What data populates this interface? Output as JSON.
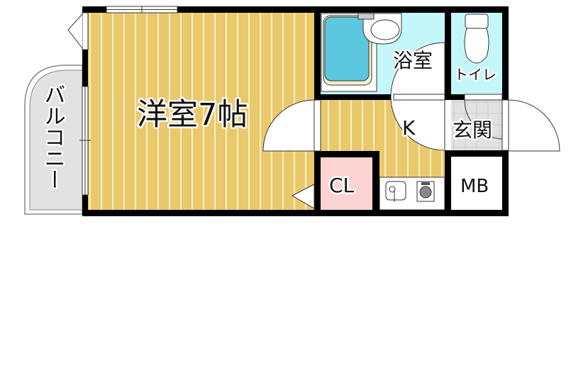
{
  "rooms": {
    "western_room": "洋室7帖",
    "balcony": "バルコニー",
    "bathroom": "浴室",
    "toilet": "トイレ",
    "kitchen": "K",
    "entrance": "玄関",
    "closet": "CL",
    "meter_box": "MB"
  },
  "colors": {
    "floor": "#e9c96b",
    "bath": "#c4f7fa",
    "closet": "#fbd3d3",
    "balcony": "#e2e2e2",
    "wall": "#000000"
  }
}
